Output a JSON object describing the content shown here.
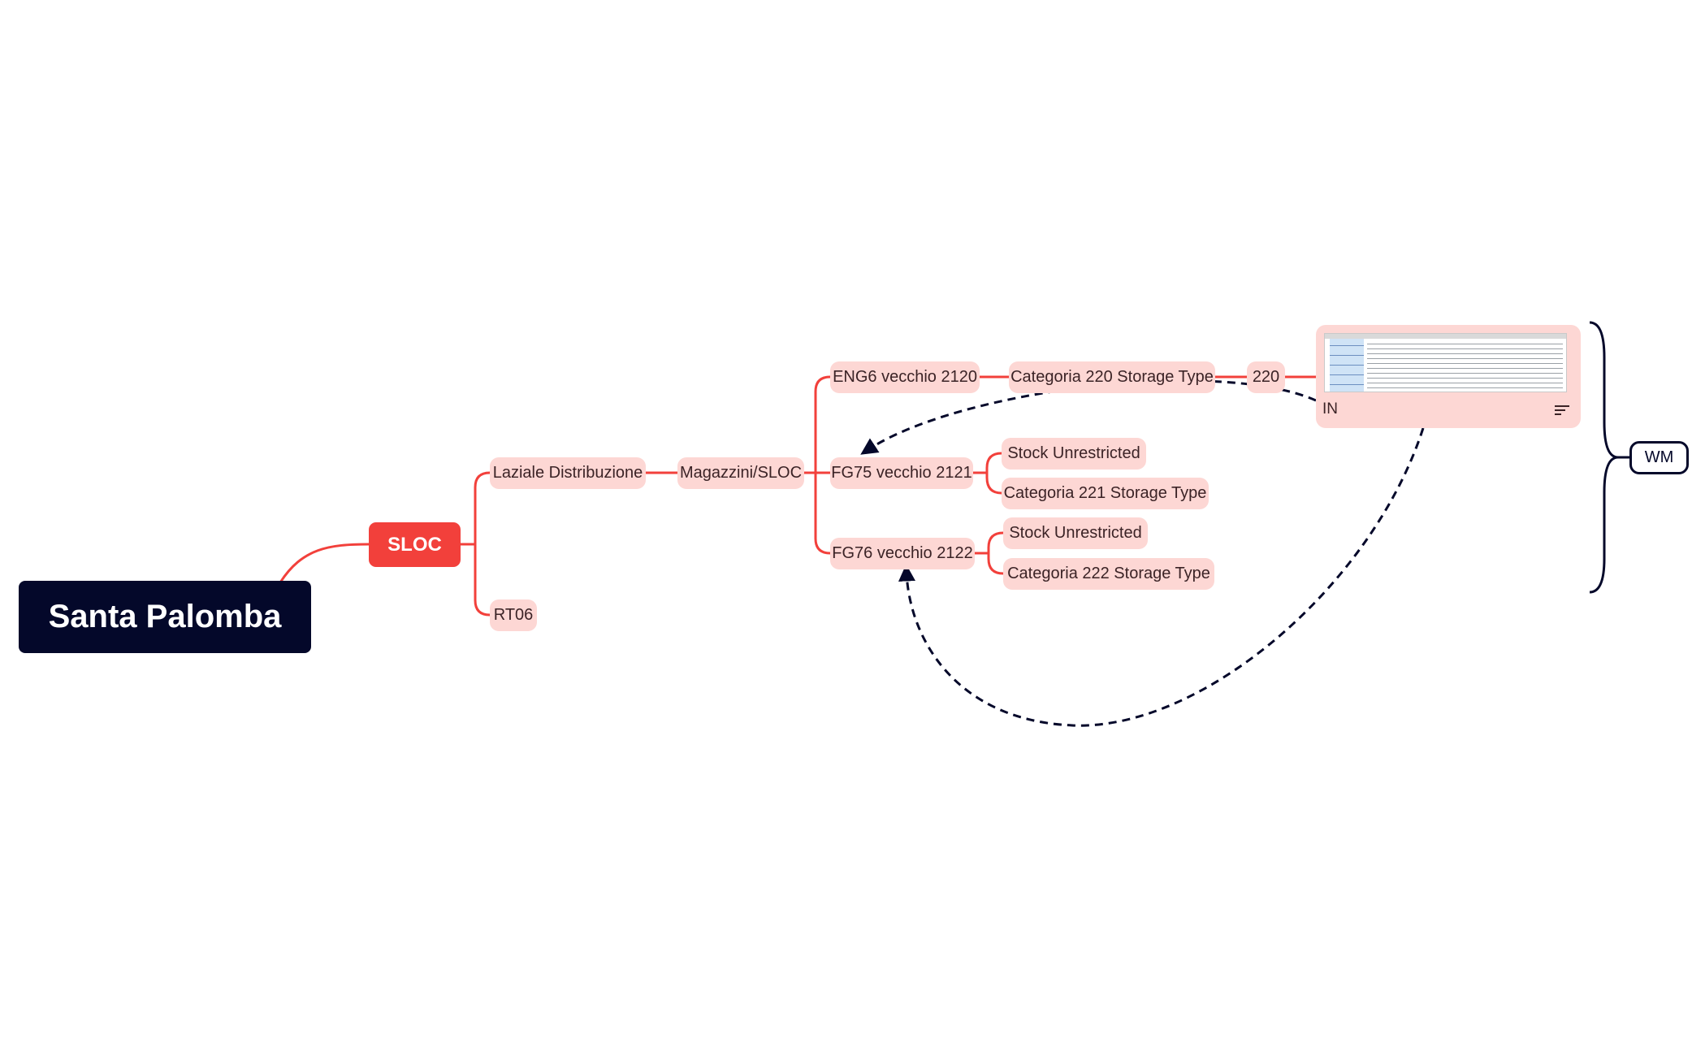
{
  "mindmap": {
    "root": "Santa Palomba",
    "sloc": "SLOC",
    "laziale": "Laziale Distribuzione",
    "rt06": "RT06",
    "magazzini": "Magazzini/SLOC",
    "eng6": "ENG6 vecchio 2120",
    "fg75": "FG75 vecchio 2121",
    "fg76": "FG76 vecchio 2122",
    "cat220": "Categoria 220 Storage Type",
    "n220": "220",
    "in_label": "IN",
    "stock1": "Stock Unrestricted",
    "cat221": "Categoria 221 Storage Type",
    "stock2": "Stock Unrestricted",
    "cat222": "Categoria 222 Storage Type",
    "summary": "WM"
  },
  "colors": {
    "branch_line": "#f2403b",
    "node_fill": "#fdd7d4",
    "root_fill": "#04082a",
    "sloc_fill": "#f2403b",
    "relation_line": "#04082a",
    "background": "#ffffff"
  },
  "icons": {
    "in_card_notes": "notes-icon",
    "in_card_image": "table-screenshot-thumbnail"
  }
}
